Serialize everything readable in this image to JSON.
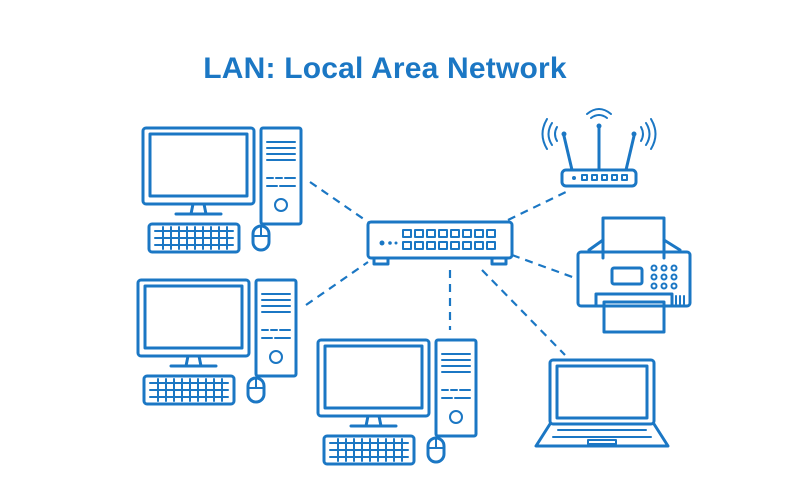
{
  "title": "LAN: Local Area Network",
  "colors": {
    "line": "#1b77c4",
    "background": "#ffffff"
  },
  "nodes": [
    {
      "id": "switch",
      "icon": "network-switch-icon"
    },
    {
      "id": "desktop-1",
      "icon": "desktop-computer-icon"
    },
    {
      "id": "desktop-2",
      "icon": "desktop-computer-icon"
    },
    {
      "id": "desktop-3",
      "icon": "desktop-computer-icon"
    },
    {
      "id": "router",
      "icon": "wifi-router-icon"
    },
    {
      "id": "printer",
      "icon": "printer-icon"
    },
    {
      "id": "laptop",
      "icon": "laptop-icon"
    }
  ],
  "connections": [
    {
      "from": "switch",
      "to": "desktop-1"
    },
    {
      "from": "switch",
      "to": "desktop-2"
    },
    {
      "from": "switch",
      "to": "desktop-3"
    },
    {
      "from": "switch",
      "to": "router"
    },
    {
      "from": "switch",
      "to": "printer"
    },
    {
      "from": "switch",
      "to": "laptop"
    }
  ]
}
